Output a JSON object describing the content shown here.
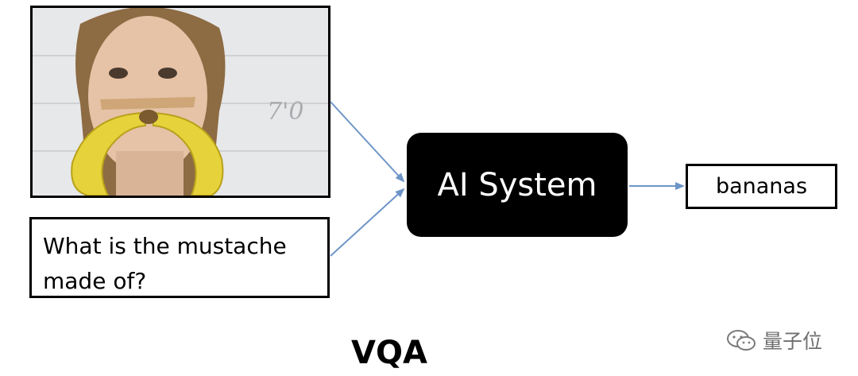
{
  "input_question": "What is the mustache made of?",
  "system_label": "AI System",
  "output_answer": "bananas",
  "caption": "VQA",
  "watermark_text": "量子位",
  "colors": {
    "arrow": "#6e95c8",
    "system_box": "#000000",
    "banana": "#e6d23a"
  }
}
